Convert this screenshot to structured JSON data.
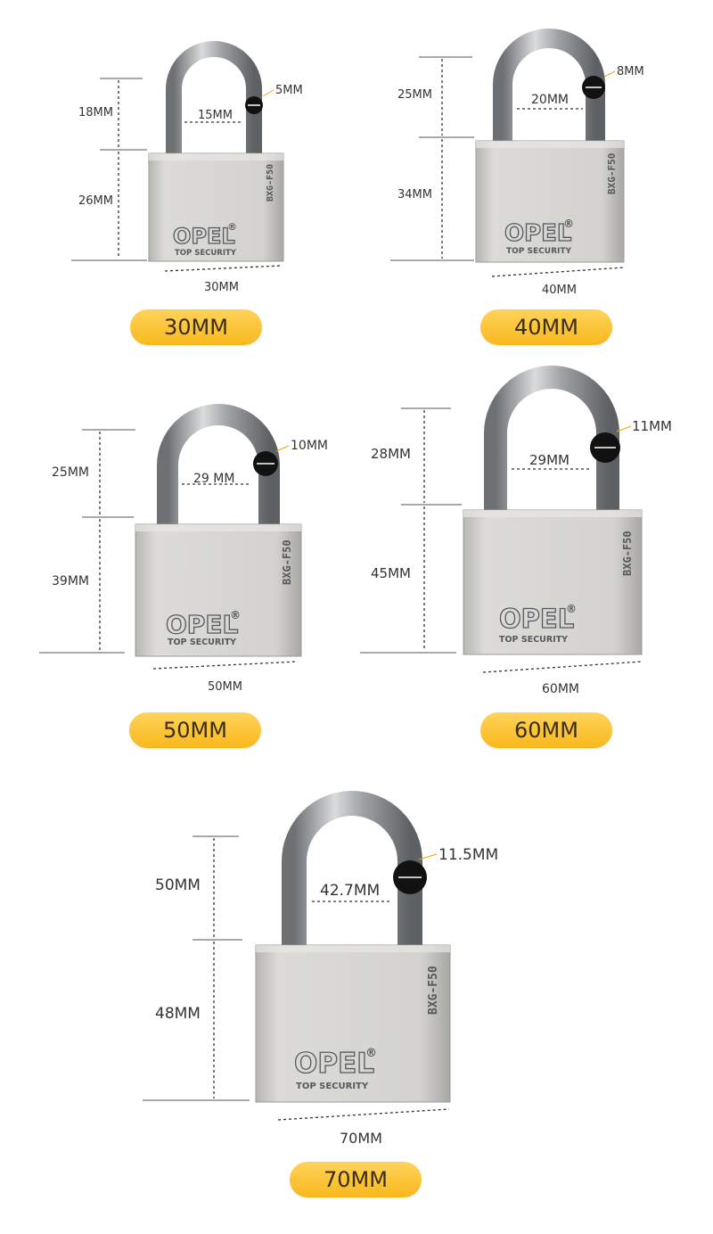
{
  "brand": "OPEL",
  "registered_mark": "®",
  "tagline": "TOP SECURITY",
  "model_code": "BXG-F50",
  "colors": {
    "badge_top": "#ffd35a",
    "badge_bottom": "#f8b81c",
    "badge_text": "#3a2e12",
    "accent_line": "#f0a500",
    "body_metal": "#cfcfcc",
    "shackle_metal": "#9a9da0"
  },
  "locks": [
    {
      "badge": "30MM",
      "shackle_height": "18MM",
      "body_height": "26MM",
      "inner_width": "15MM",
      "shackle_diameter": "5MM",
      "body_width": "30MM"
    },
    {
      "badge": "40MM",
      "shackle_height": "25MM",
      "body_height": "34MM",
      "inner_width": "20MM",
      "shackle_diameter": "8MM",
      "body_width": "40MM"
    },
    {
      "badge": "50MM",
      "shackle_height": "25MM",
      "body_height": "39MM",
      "inner_width": "29 MM",
      "shackle_diameter": "10MM",
      "body_width": "50MM"
    },
    {
      "badge": "60MM",
      "shackle_height": "28MM",
      "body_height": "45MM",
      "inner_width": "29MM",
      "shackle_diameter": "11MM",
      "body_width": "60MM"
    },
    {
      "badge": "70MM",
      "shackle_height": "50MM",
      "body_height": "48MM",
      "inner_width": "42.7MM",
      "shackle_diameter": "11.5MM",
      "body_width": "70MM"
    }
  ]
}
